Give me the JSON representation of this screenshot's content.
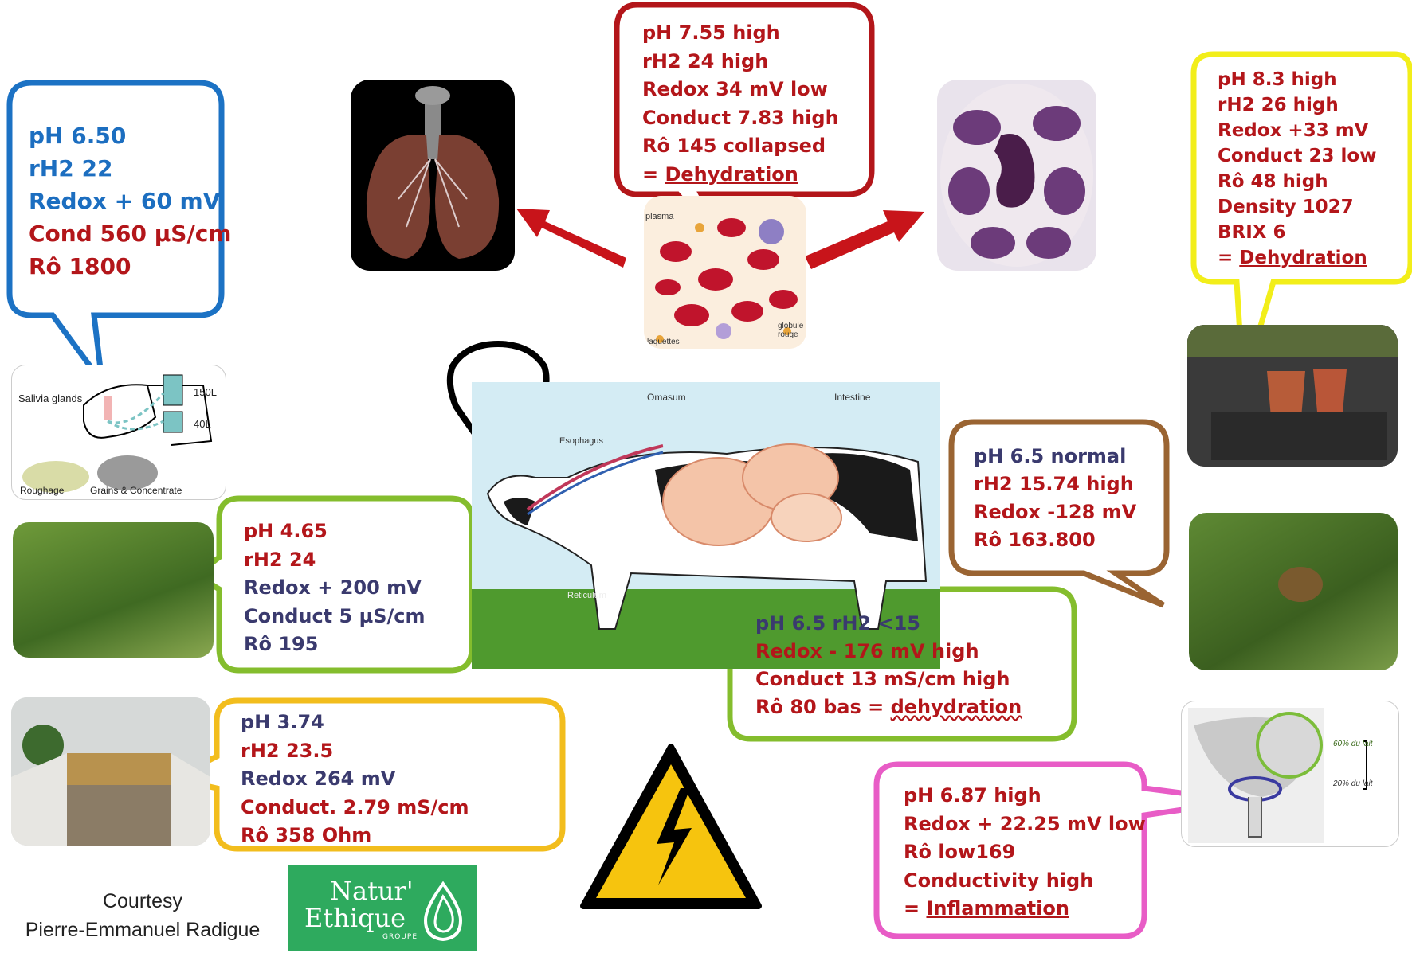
{
  "colors": {
    "red_text": "#b3161a",
    "navy_text": "#3a3a6e",
    "blue_text": "#1c6ec0",
    "blue_border": "#1c72c4",
    "red_border": "#b3161a",
    "yellow_border": "#f2ee1a",
    "brown_border": "#9a6432",
    "green_border": "#84bd2d",
    "orange_border": "#f2bd1d",
    "pink_border": "#e85cc6",
    "logo_green": "#2eaa5e"
  },
  "bubbles": {
    "saliva": {
      "lines": [
        "pH 6.50",
        "rH2 22",
        "Redox + 60 mV",
        "Cond 560 µS/cm",
        "Rô  1800"
      ]
    },
    "blood": {
      "lines": [
        "pH  7.55 high",
        "rH2 24 high",
        "Redox 34 mV low",
        "Conduct 7.83 high",
        "Rô 145 collapsed"
      ],
      "conclusion_prefix": "= ",
      "conclusion": "Dehydration"
    },
    "urine": {
      "lines": [
        "pH 8.3 high",
        "rH2 26 high",
        "Redox +33 mV",
        "Conduct 23 low",
        "Rô 48 high",
        "Density 1027",
        "BRIX 6"
      ],
      "conclusion_prefix": "= ",
      "conclusion": "Dehydration"
    },
    "grass": {
      "lines": [
        "pH 4.65",
        "rH2 24",
        "Redox + 200 mV",
        "Conduct 5 µS/cm",
        "Rô 195"
      ]
    },
    "dung": {
      "lines": [
        "pH 6.5 normal",
        "rH2  15.74 high",
        "Redox -128  mV",
        "Rô 163.800"
      ]
    },
    "rumen": {
      "lines": [
        "pH 6.5  rH2 <15",
        "Redox - 176 mV high",
        "Conduct 13 mS/cm high"
      ],
      "last_prefix": "Rô 80 bas = ",
      "last_underlined": "dehydration"
    },
    "silage": {
      "lines": [
        "pH 3.74",
        "rH2 23.5",
        "Redox 264 mV",
        "Conduct. 2.79 mS/cm",
        "Rô 358 Ohm"
      ]
    },
    "milk": {
      "lines": [
        "pH 6.87 high",
        "Redox + 22.25 mV low",
        "Rô low169",
        "Conductivity high"
      ],
      "conclusion_prefix": "= ",
      "conclusion": "Inflammation"
    }
  },
  "illustrations": {
    "saliva_diagram": {
      "gland_label": "Salivia glands",
      "volume_high": "150L",
      "volume_low": "40L",
      "feed_left": "Roughage",
      "feed_right": "Grains & Concentrate"
    },
    "blood_cells": {
      "label_plasma": "plasma",
      "label_platelets": "laquettes",
      "label_rbc": "globule rouge"
    },
    "cow": {
      "label_omasum": "Omasum",
      "label_intestine": "Intestine",
      "label_oesophagus": "Esophagus",
      "label_reticulum": "Reticulum"
    },
    "udder": {
      "label_60": "60% du lait",
      "label_20": "20% du lait"
    }
  },
  "footer": {
    "courtesy_line1": "Courtesy",
    "courtesy_line2": "Pierre-Emmanuel Radigue",
    "logo_line1": "Natur'",
    "logo_line2": "Ethique",
    "logo_sub": "GROUPE"
  }
}
